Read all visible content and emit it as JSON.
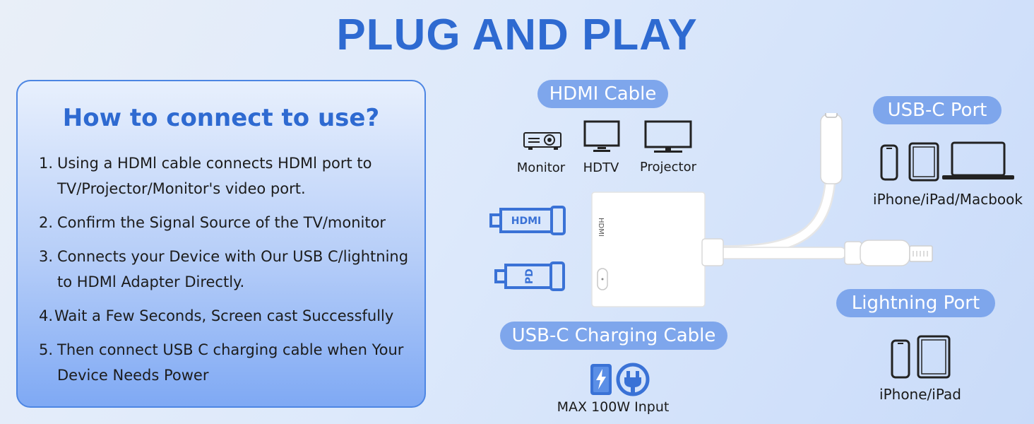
{
  "title": "PLUG AND PLAY",
  "panel": {
    "heading": "How to connect to use?",
    "steps": [
      {
        "num": "1.",
        "text": "Using a HDMl cable connects HDMl port to TV/Projector/Monitor's video port."
      },
      {
        "num": "2.",
        "text": "Confirm the Signal Source of the TV/monitor"
      },
      {
        "num": "3.",
        "text": "Connects your Device with Our USB C/lightning to HDMl Adapter Directly."
      },
      {
        "num": "4.",
        "text": "Wait a Few Seconds, Screen cast Successfully"
      },
      {
        "num": "5.",
        "text": "Then connect USB C charging cable when Your Device Needs Power"
      }
    ]
  },
  "hdmi_cable": {
    "label": "HDMI Cable",
    "devices": [
      "Monitor",
      "HDTV",
      "Projector"
    ]
  },
  "usbc_port": {
    "label": "USB-C Port",
    "devices_label": "iPhone/iPad/Macbook"
  },
  "lightning_port": {
    "label": "Lightning Port",
    "devices_label": "iPhone/iPad"
  },
  "charging": {
    "label": "USB-C Charging Cable",
    "caption": "MAX 100W Input"
  },
  "adapter": {
    "hdmi_port_text": "HDMI",
    "hdmi_plug_text": "HDMI",
    "pd_plug_text": "PD"
  },
  "colors": {
    "accent": "#2e6ad1",
    "pill": "#7ea6ec",
    "icon_blue": "#3a72d6"
  }
}
